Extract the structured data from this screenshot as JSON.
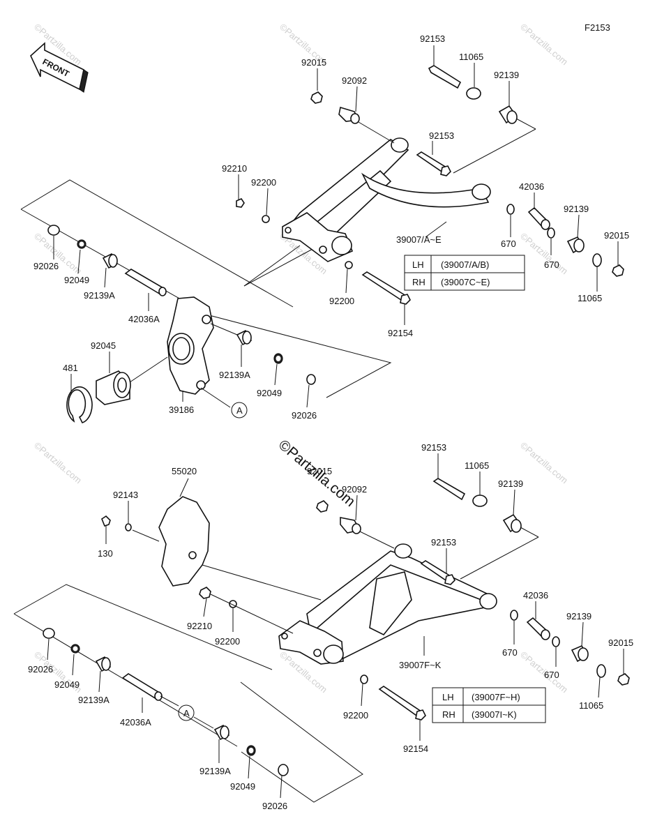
{
  "figure_code": "F2153",
  "front_arrow_label": "FRONT",
  "watermark": "©Partzilla.com",
  "upper": {
    "labels": {
      "p92153a": "92153",
      "p11065a": "11065",
      "p92015a": "92015",
      "p92092": "92092",
      "p92139a": "92139",
      "p92153b": "92153",
      "p92210": "92210",
      "p92200a": "92200",
      "p42036": "42036",
      "p92139b": "92139",
      "p92015b": "92015",
      "p39007": "39007/A~E",
      "p670a": "670",
      "p670b": "670",
      "p11065b": "11065",
      "p92026a": "92026",
      "p92049a": "92049",
      "p92139Aa": "92139A",
      "p42036A": "42036A",
      "p92200b": "92200",
      "p92154": "92154",
      "p92045": "92045",
      "p481": "481",
      "p39186": "39186",
      "p92139Ab": "92139A",
      "p92049b": "92049",
      "p92026b": "92026",
      "refA": "A"
    },
    "table": [
      {
        "side": "LH",
        "parts": "(39007/A/B)"
      },
      {
        "side": "RH",
        "parts": "(39007C~E)"
      }
    ]
  },
  "lower": {
    "labels": {
      "p55020": "55020",
      "p92143": "92143",
      "p130": "130",
      "p92015a": "92015",
      "p92092": "92092",
      "p92153a": "92153",
      "p11065a": "11065",
      "p92139a": "92139",
      "p92153b": "92153",
      "p42036": "42036",
      "p92139b": "92139",
      "p92015b": "92015",
      "p92210": "92210",
      "p92200a": "92200",
      "p39007": "39007F~K",
      "p670a": "670",
      "p670b": "670",
      "p11065b": "11065",
      "p92026a": "92026",
      "p92049a": "92049",
      "p92139Aa": "92139A",
      "p42036A": "42036A",
      "p92200b": "92200",
      "p92154": "92154",
      "p92139Ab": "92139A",
      "p92049b": "92049",
      "p92026b": "92026",
      "refA": "A"
    },
    "table": [
      {
        "side": "LH",
        "parts": "(39007F~H)"
      },
      {
        "side": "RH",
        "parts": "(39007I~K)"
      }
    ]
  }
}
